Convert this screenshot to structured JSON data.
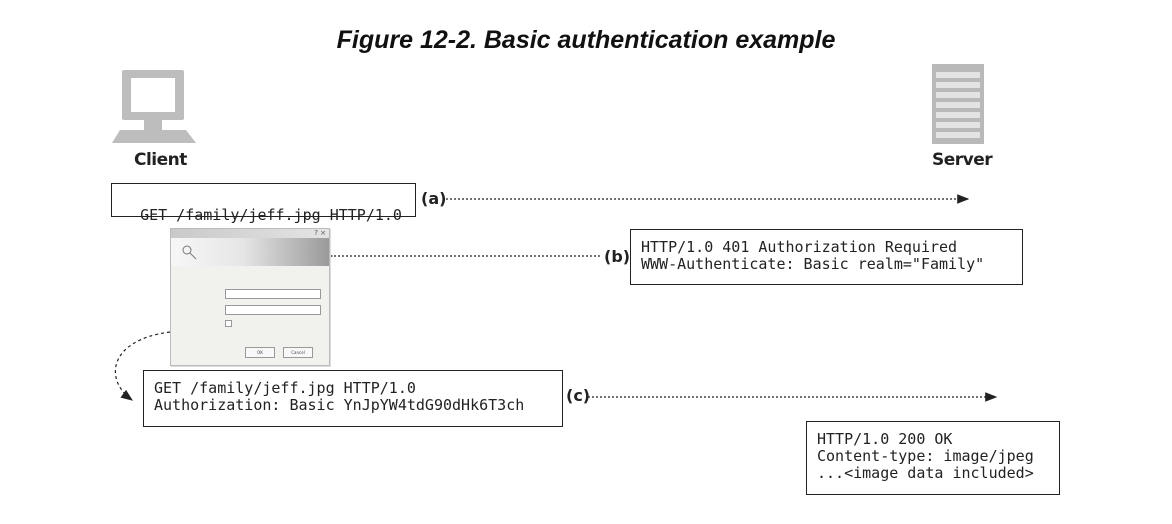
{
  "figure_title": "Figure 12-2. Basic authentication example",
  "actors": {
    "client_label": "Client",
    "server_label": "Server"
  },
  "messages": {
    "a": {
      "step": "(a)",
      "line1": "GET /family/jeff.jpg HTTP/1.0"
    },
    "b": {
      "step": "(b)",
      "line1": "HTTP/1.0 401 Authorization Required",
      "line2": "WWW-Authenticate: Basic realm=\"Family\""
    },
    "c": {
      "step": "(c)",
      "line1": "GET /family/jeff.jpg HTTP/1.0",
      "line2": "Authorization: Basic YnJpYW4tdG90dHk6T3ch"
    },
    "d": {
      "line1": "HTTP/1.0 200 OK",
      "line2": "Content-type: image/jpeg",
      "line3": "...<image data included>"
    }
  },
  "login_dialog": {
    "icons": [
      "key-icon",
      "user-icon"
    ],
    "buttons": [
      "OK",
      "Cancel"
    ],
    "checkbox_checked": false
  },
  "colors": {
    "line": "#222222",
    "dialog_bg": "#f1f1ee",
    "device_gray": "#b9b9b9"
  }
}
